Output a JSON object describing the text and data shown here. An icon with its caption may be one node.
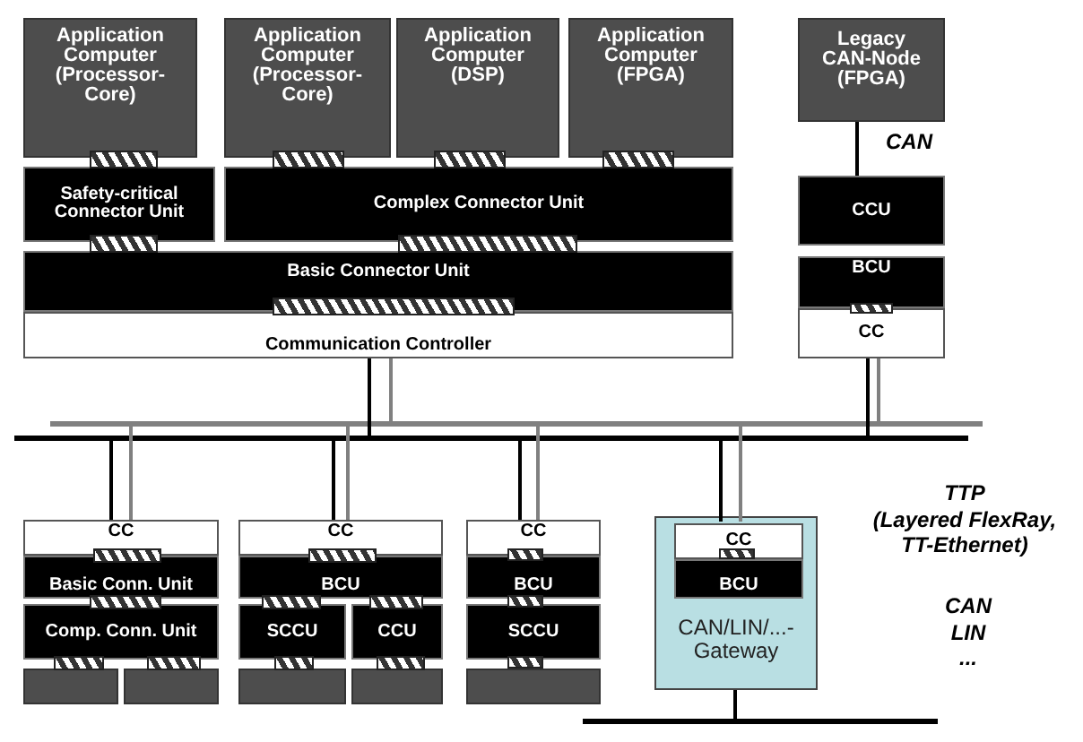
{
  "diagram": {
    "nodes": [
      {
        "text": [
          "Application Computer (Processor-Core)"
        ]
      },
      {
        "text": [
          "Application Computer (Processor-Core)"
        ]
      },
      {
        "text": [
          "Application Computer (DSP)"
        ]
      },
      {
        "text": [
          "Application Computer (FPGA)"
        ]
      },
      {
        "text": [
          "Legacy CAN-Node (FPGA)"
        ]
      },
      {
        "text": [
          "Safety-critical Connector Unit"
        ]
      },
      {
        "text": [
          "Complex Connector Unit"
        ]
      },
      {
        "text": [
          "CCU"
        ]
      },
      {
        "text": [
          "Basic Connector Unit"
        ]
      },
      {
        "text": [
          "BCU"
        ]
      },
      {
        "text": [
          "Communication Controller"
        ]
      },
      {
        "text": [
          "CC"
        ]
      },
      {
        "text": [],
        "shape": "bar"
      },
      {
        "text": [],
        "shape": "bar"
      },
      {
        "text": [
          "CC"
        ]
      },
      {
        "text": [
          "Basic Conn. Unit"
        ]
      },
      {
        "text": [
          "Comp. Conn. Unit"
        ]
      },
      {
        "text": [],
        "shape": "box"
      },
      {
        "text": [],
        "shape": "box"
      },
      {
        "text": [
          "CC"
        ]
      },
      {
        "text": [
          "BCU"
        ]
      },
      {
        "text": [
          "SCCU"
        ]
      },
      {
        "text": [
          "CCU"
        ]
      },
      {
        "text": [],
        "shape": "box"
      },
      {
        "text": [],
        "shape": "box"
      },
      {
        "text": [
          "CC"
        ]
      },
      {
        "text": [
          "BCU"
        ]
      },
      {
        "text": [
          "SCCU"
        ]
      },
      {
        "text": [],
        "shape": "box"
      },
      {
        "text": [
          "CAN/LIN/...-Gateway"
        ]
      },
      {
        "text": [
          "CC"
        ],
        "in": 29
      },
      {
        "text": [
          "BCU"
        ],
        "in": 29
      },
      {
        "text": [],
        "shape": "bar"
      }
    ],
    "edges": [
      {
        "from": 4,
        "to": 7,
        "arrow": "none",
        "label": "CAN"
      },
      {
        "from": 10,
        "to": 13,
        "arrow": "none"
      },
      {
        "from": 10,
        "to": 12,
        "arrow": "none",
        "color": "#808080"
      },
      {
        "from": 11,
        "to": 13,
        "arrow": "none"
      },
      {
        "from": 11,
        "to": 12,
        "arrow": "none",
        "color": "#808080"
      },
      {
        "from": 13,
        "to": 14,
        "arrow": "none"
      },
      {
        "from": 12,
        "to": 14,
        "arrow": "none",
        "color": "#808080"
      },
      {
        "from": 13,
        "to": 19,
        "arrow": "none"
      },
      {
        "from": 12,
        "to": 19,
        "arrow": "none",
        "color": "#808080"
      },
      {
        "from": 13,
        "to": 25,
        "arrow": "none"
      },
      {
        "from": 12,
        "to": 25,
        "arrow": "none",
        "color": "#808080"
      },
      {
        "from": 13,
        "to": 30,
        "arrow": "none"
      },
      {
        "from": 12,
        "to": 30,
        "arrow": "none",
        "color": "#808080"
      },
      {
        "from": 29,
        "to": 32,
        "arrow": "none"
      }
    ],
    "labels": [
      "TTP",
      "(Layered FlexRay, TT-Ethernet)",
      "CAN",
      "LIN",
      "..."
    ]
  }
}
